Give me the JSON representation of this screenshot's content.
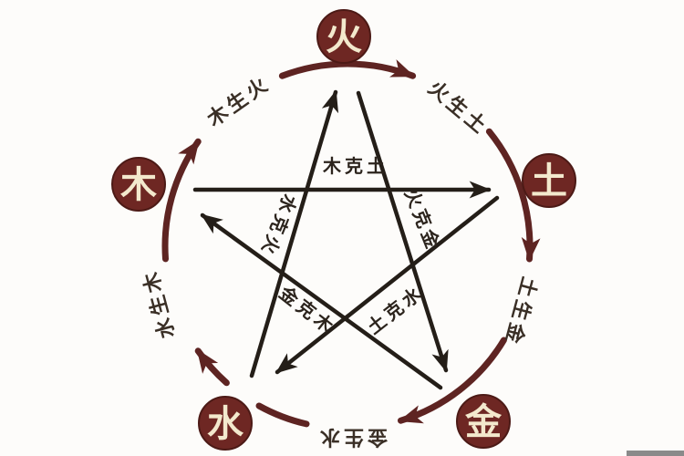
{
  "diagram": {
    "type": "five-elements-wuxing-cycle",
    "elements": {
      "fire": {
        "char": "火"
      },
      "earth": {
        "char": "土"
      },
      "metal": {
        "char": "金"
      },
      "water": {
        "char": "水"
      },
      "wood": {
        "char": "木"
      }
    },
    "generating_cycle": {
      "wood_generates_fire": "木生火",
      "fire_generates_earth": "火生土",
      "earth_generates_metal": "土生金",
      "metal_generates_water": "金生水",
      "water_generates_wood": "水生木"
    },
    "overcoming_cycle": {
      "wood_overcomes_earth": "木克土",
      "water_overcomes_fire": "水克火",
      "fire_overcomes_metal": "火克金",
      "metal_overcomes_wood": "金克木",
      "earth_overcomes_water": "土克水"
    },
    "colors": {
      "background": "#fdfcfa",
      "element_circle_fill": "#6e2723",
      "element_circle_border": "#4c1a16",
      "element_char": "#f3e9cd",
      "generating_arrow": "#5e2422",
      "overcoming_arrow": "#241e18",
      "label_text": "#2c241d"
    }
  }
}
